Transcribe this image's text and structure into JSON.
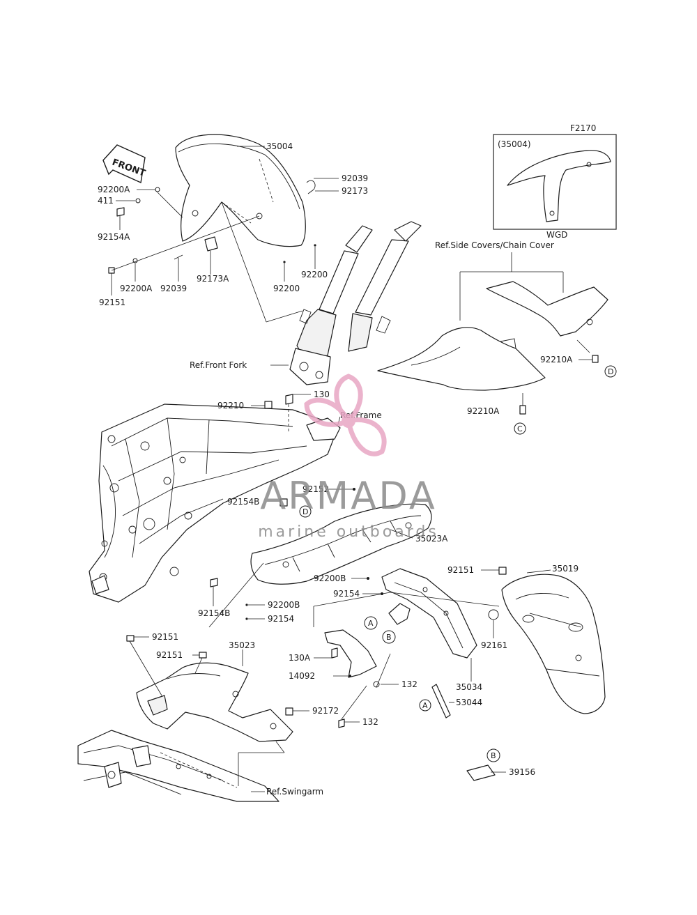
{
  "diagram_code": "F2170",
  "inset": {
    "ref_label": "(35004)",
    "variant": "WGD"
  },
  "front_arrow": "FRONT",
  "refs": {
    "side_covers": "Ref.Side Covers/Chain Cover",
    "front_fork": "Ref.Front Fork",
    "frame": "Ref.Frame",
    "swingarm": "Ref.Swingarm"
  },
  "parts": {
    "p35004": "35004",
    "p92039a": "92039",
    "p92173": "92173",
    "p92200A_a": "92200A",
    "p411": "411",
    "p92154A": "92154A",
    "p92200a": "92200",
    "p92200b": "92200",
    "p92151a": "92151",
    "p92200A_b": "92200A",
    "p92039b": "92039",
    "p92173A": "92173A",
    "p92210A_a": "92210A",
    "p92210A_b": "92210A",
    "p92210": "92210",
    "p130": "130",
    "p92152": "92152",
    "p92154B_a": "92154B",
    "p35023A": "35023A",
    "p92151b": "92151",
    "p35019": "35019",
    "p92200B_a": "92200B",
    "p92154a": "92154",
    "p92154B_b": "92154B",
    "p92200B_b": "92200B",
    "p92154b": "92154",
    "p92161": "92161",
    "p92151c": "92151",
    "p92151d": "92151",
    "p35023": "35023",
    "p130A": "130A",
    "p14092": "14092",
    "p35034": "35034",
    "p132a": "132",
    "p53044": "53044",
    "p92172": "92172",
    "p132b": "132",
    "p39156": "39156"
  },
  "markers": {
    "D": "D",
    "C": "C",
    "A": "A",
    "B": "B"
  },
  "watermark": {
    "brand": "ARMADA",
    "tagline": "marine outboards",
    "color": "#e8a6c4"
  }
}
